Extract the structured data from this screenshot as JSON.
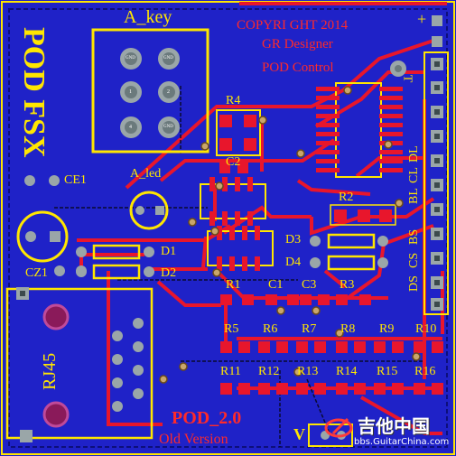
{
  "board": {
    "title_vertical": "POD FSX",
    "copyright_lines": [
      "COPYRI GHT 2014",
      "GR Designer",
      "POD Control"
    ],
    "footer_title": "POD_2.0",
    "footer_sub": "Old Version",
    "colors": {
      "board": "#1f22c8",
      "trace": "#e8162c",
      "silk": "#ffe600",
      "pad": "#9aa6a8",
      "pad_dark": "#3c4a4c"
    }
  },
  "labels": {
    "a_key": "A_key",
    "a_led": "A_led",
    "ce1": "CE1",
    "cz1": "CZ1",
    "rj45": "RJ45",
    "d1": "D1",
    "d2": "D2",
    "d3": "D3",
    "d4": "D4",
    "c1": "C1",
    "c2": "C2",
    "c3": "C3",
    "r1": "R1",
    "r2": "R2",
    "r3": "R3",
    "r4": "R4",
    "t": "T",
    "plus": "+",
    "v": "V",
    "connector_pins": [
      "DS",
      "CS",
      "BS",
      "BL",
      "CL",
      "DL"
    ],
    "resistor_row_1": [
      "R5",
      "R6",
      "R7",
      "R8",
      "R9",
      "R10"
    ],
    "resistor_row_2": [
      "R11",
      "R12",
      "R13",
      "R14",
      "R15",
      "R16"
    ],
    "key_pad_marks": [
      "GND",
      "GND",
      "1",
      "2",
      "4",
      "GND"
    ]
  },
  "watermark": {
    "title": "吉他中国",
    "url": "bbs.GuitarChina.com"
  }
}
